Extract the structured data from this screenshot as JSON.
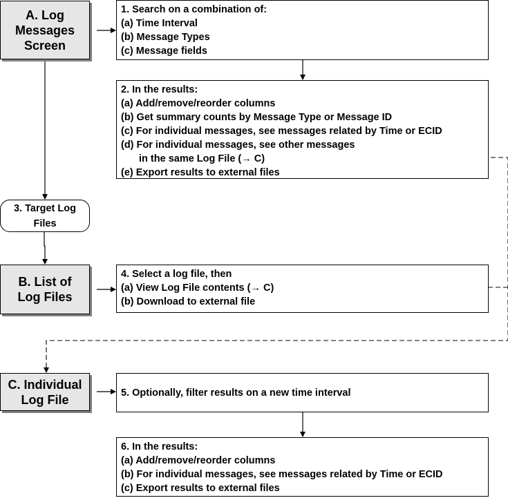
{
  "screens": {
    "a": "A. Log\nMessages\nScreen",
    "b": "B. List of\nLog Files",
    "c": "C. Individual\nLog File"
  },
  "target_log_files": "3. Target Log\nFiles",
  "step1": {
    "title": "1. Search on a combination of:",
    "items": [
      "(a) Time Interval",
      "(b) Message Types",
      "(c) Message fields"
    ]
  },
  "step2": {
    "title": "2. In the results:",
    "items": [
      "(a) Add/remove/reorder columns",
      "(b) Get summary counts by Message Type or Message ID",
      "(c) For individual messages, see messages related by Time or ECID",
      "(d) For individual messages, see other messages",
      "in the same Log File (→ C)",
      "(e) Export results to external files"
    ]
  },
  "step4": {
    "title": "4. Select a log file, then",
    "items": [
      "(a) View Log File contents (→ C)",
      "(b) Download to external file"
    ]
  },
  "step5": {
    "title": "5. Optionally, filter results on a new time interval"
  },
  "step6": {
    "title": "6. In the results:",
    "items": [
      "(a) Add/remove/reorder columns",
      "(b) For individual messages, see messages related by Time or ECID",
      "(c) Export results to external files"
    ]
  }
}
